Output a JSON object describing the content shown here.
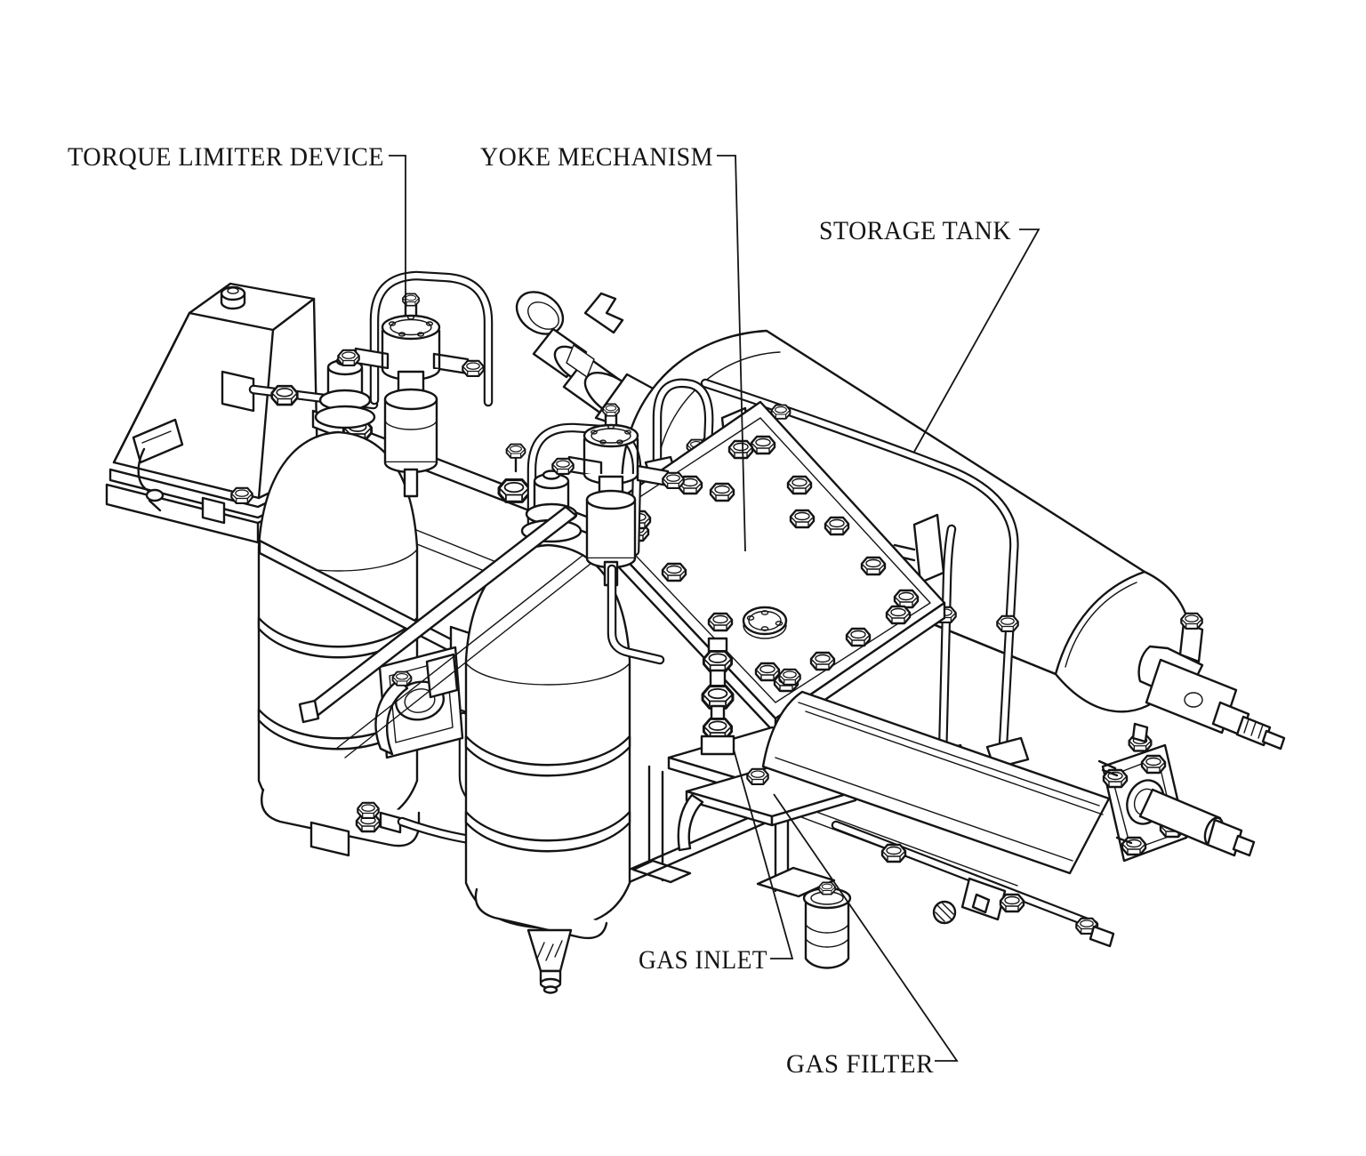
{
  "page": {
    "background_color": "#ffffff",
    "ink_color": "#141414"
  },
  "diagram": {
    "type": "isometric-technical-line-drawing",
    "subject": "gas actuator assembly with labeled components",
    "labels": {
      "torque_limiter": "TORQUE LIMITER DEVICE",
      "yoke_mechanism": "YOKE MECHANISM",
      "storage_tank": "STORAGE TANK",
      "gas_inlet": "GAS INLET",
      "gas_filter": "GAS FILTER"
    },
    "components": [
      "torque-limiter-valve",
      "yoke-mechanism-plate",
      "storage-tank",
      "gas-inlet-fitting",
      "gas-filter-block",
      "accumulator-bottle-left",
      "accumulator-bottle-right",
      "limit-switch-cover",
      "hydraulic-cylinder",
      "tubing"
    ]
  }
}
